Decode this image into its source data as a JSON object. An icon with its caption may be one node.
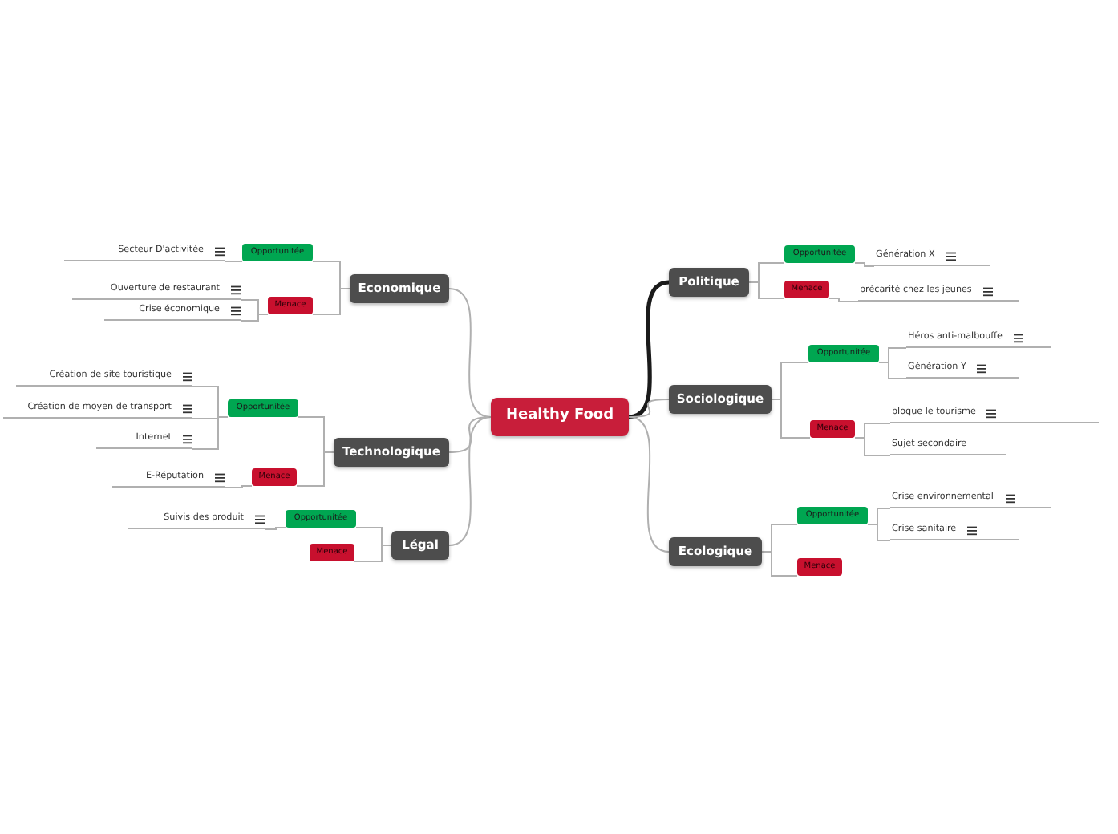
{
  "diagram": {
    "nodes": [
      {
        "text": [
          "Healthy Food"
        ]
      },
      {
        "text": [
          "Economique"
        ]
      },
      {
        "text": [
          "Opportunitée"
        ]
      },
      {
        "text": [
          "Secteur D'activitée"
        ]
      },
      {
        "text": [
          "Menace"
        ]
      },
      {
        "text": [
          "Ouverture de restaurant"
        ]
      },
      {
        "text": [
          "Crise économique"
        ]
      },
      {
        "text": [
          "Technologique"
        ]
      },
      {
        "text": [
          "Opportunitée"
        ]
      },
      {
        "text": [
          "Création de site touristique"
        ]
      },
      {
        "text": [
          "Création de moyen de transport"
        ]
      },
      {
        "text": [
          "Internet"
        ]
      },
      {
        "text": [
          "Menace"
        ]
      },
      {
        "text": [
          "E-Réputation"
        ]
      },
      {
        "text": [
          "Légal"
        ]
      },
      {
        "text": [
          "Opportunitée"
        ]
      },
      {
        "text": [
          "Suivis des produit"
        ]
      },
      {
        "text": [
          "Menace"
        ]
      },
      {
        "text": [
          "Politique"
        ]
      },
      {
        "text": [
          "Opportunitée"
        ]
      },
      {
        "text": [
          "Génération X"
        ]
      },
      {
        "text": [
          "Menace"
        ]
      },
      {
        "text": [
          "précarité chez les jeunes"
        ]
      },
      {
        "text": [
          "Sociologique"
        ]
      },
      {
        "text": [
          "Opportunitée"
        ]
      },
      {
        "text": [
          "Héros anti-malbouffe"
        ]
      },
      {
        "text": [
          "Génération Y"
        ]
      },
      {
        "text": [
          "Menace"
        ]
      },
      {
        "text": [
          "bloque le tourisme"
        ]
      },
      {
        "text": [
          "Sujet secondaire"
        ]
      },
      {
        "text": [
          "Ecologique"
        ]
      },
      {
        "text": [
          "Opportunitée"
        ]
      },
      {
        "text": [
          "Crise environnemental"
        ]
      },
      {
        "text": [
          "Crise sanitaire"
        ]
      },
      {
        "text": [
          "Menace"
        ]
      }
    ],
    "edges": [
      {
        "from": 0,
        "to": 1,
        "arrow": "none"
      },
      {
        "from": 0,
        "to": 7,
        "arrow": "none"
      },
      {
        "from": 0,
        "to": 14,
        "arrow": "none"
      },
      {
        "from": 0,
        "to": 18,
        "arrow": "none",
        "style": "thick",
        "color": "#1a1a1a"
      },
      {
        "from": 0,
        "to": 23,
        "arrow": "none"
      },
      {
        "from": 0,
        "to": 30,
        "arrow": "none"
      },
      {
        "from": 1,
        "to": 2,
        "arrow": "none"
      },
      {
        "from": 2,
        "to": 3,
        "arrow": "none"
      },
      {
        "from": 1,
        "to": 4,
        "arrow": "none"
      },
      {
        "from": 4,
        "to": 5,
        "arrow": "none"
      },
      {
        "from": 4,
        "to": 6,
        "arrow": "none"
      },
      {
        "from": 7,
        "to": 8,
        "arrow": "none"
      },
      {
        "from": 8,
        "to": 9,
        "arrow": "none"
      },
      {
        "from": 8,
        "to": 10,
        "arrow": "none"
      },
      {
        "from": 8,
        "to": 11,
        "arrow": "none"
      },
      {
        "from": 7,
        "to": 12,
        "arrow": "none"
      },
      {
        "from": 12,
        "to": 13,
        "arrow": "none"
      },
      {
        "from": 14,
        "to": 15,
        "arrow": "none"
      },
      {
        "from": 15,
        "to": 16,
        "arrow": "none"
      },
      {
        "from": 14,
        "to": 17,
        "arrow": "none"
      },
      {
        "from": 18,
        "to": 19,
        "arrow": "none"
      },
      {
        "from": 19,
        "to": 20,
        "arrow": "none"
      },
      {
        "from": 18,
        "to": 21,
        "arrow": "none"
      },
      {
        "from": 21,
        "to": 22,
        "arrow": "none"
      },
      {
        "from": 23,
        "to": 24,
        "arrow": "none"
      },
      {
        "from": 24,
        "to": 25,
        "arrow": "none"
      },
      {
        "from": 24,
        "to": 26,
        "arrow": "none"
      },
      {
        "from": 23,
        "to": 27,
        "arrow": "none"
      },
      {
        "from": 27,
        "to": 28,
        "arrow": "none"
      },
      {
        "from": 27,
        "to": 29,
        "arrow": "none"
      },
      {
        "from": 30,
        "to": 31,
        "arrow": "none"
      },
      {
        "from": 31,
        "to": 32,
        "arrow": "none"
      },
      {
        "from": 31,
        "to": 33,
        "arrow": "none"
      },
      {
        "from": 30,
        "to": 34,
        "arrow": "none"
      }
    ]
  }
}
